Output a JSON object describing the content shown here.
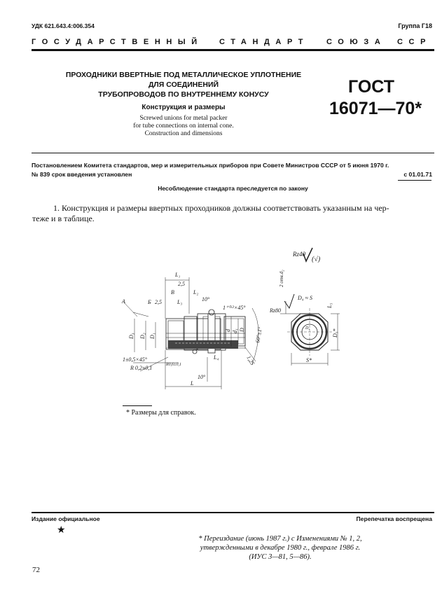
{
  "header": {
    "udk": "УДК 621.643.4:006.354",
    "group": "Группа Г18",
    "banner": [
      "ГОСУДАРСТВЕННЫЙ",
      "СТАНДАРТ",
      "СОЮЗА",
      "ССР"
    ]
  },
  "title": {
    "ru_lines": [
      "ПРОХОДНИКИ ВВЕРТНЫЕ ПОД МЕТАЛЛИЧЕСКОЕ УПЛОТНЕНИЕ",
      "ДЛЯ СОЕДИНЕНИЙ",
      "ТРУБОПРОВОДОВ ПО ВНУТРЕННЕМУ КОНУСУ"
    ],
    "subtitle": "Конструкция и размеры",
    "en_lines": [
      "Screwed unions for metal packer",
      "for tube connections on internal cone.",
      "Construction and dimensions"
    ],
    "gost_label": "ГОСТ",
    "gost_number": "16071—70*"
  },
  "decree": {
    "line1": "Постановлением Комитета стандартов, мер и измерительных приборов при Совете Министров СССР от 5 июня 1970 г.",
    "line2": "№ 839 срок введения установлен",
    "date": "с 01.01.71",
    "warning": "Несоблюдение стандарта преследуется по закону"
  },
  "body": {
    "para_line1": "1. Конструкция и размеры ввертных проходников должны соответствовать указанным на чер-",
    "para_line2": "теже и в таблице."
  },
  "drawing": {
    "roughness_main": "Rz40",
    "roughness_paren": "(√)",
    "labels": {
      "L1": "L₁",
      "L2": "L₂",
      "L3": "L₃",
      "L4": "L₄",
      "L": "L",
      "B": "B",
      "A": "A",
      "Bv": "Б",
      "r25": "2,5",
      "r25b": "2,5",
      "ang10a": "10°",
      "ang10b": "10°",
      "chamfer1": "1⁺⁰·²×45°",
      "chamfer2": "1±0,5×45°",
      "R02": "R 0,2±0,1",
      "R06": "R0,6±0,1",
      "D3": "D₃",
      "D2": "D₂",
      "D1": "D₁",
      "d": "d",
      "d1": "d₁",
      "D": "D",
      "ang60": "60°±1°",
      "r125": "1,25",
      "D4S": "D₄ ≈ S",
      "D4": "D₄",
      "D5": "D₅*",
      "S": "S*",
      "Rz80": "Rz80",
      "L5": "L₅",
      "hole": "2 отв.d₂"
    },
    "footnote": "* Размеры для справок."
  },
  "footer": {
    "official": "Издание официальное",
    "reprint": "Перепечатка воспрещена",
    "star": "★",
    "reissue_lines": [
      "* Переиздание (июнь 1987 г.) с Изменениями № 1, 2,",
      "утвержденными в декабре 1980 г., феврале 1986 г.",
      "(ИУС 3—81, 5—86)."
    ],
    "page_number": "72"
  }
}
